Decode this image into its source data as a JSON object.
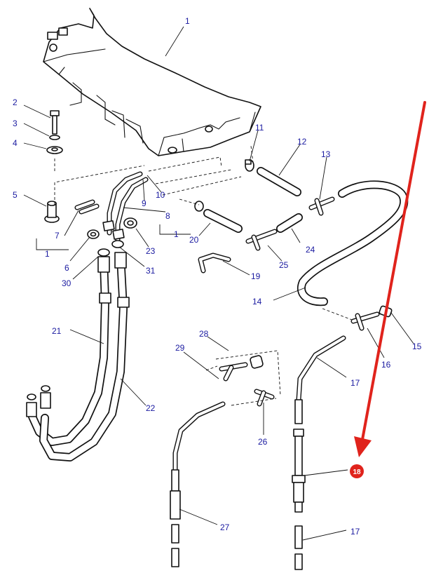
{
  "callouts": [
    "1",
    "2",
    "3",
    "4",
    "5",
    "6",
    "7",
    "8",
    "9",
    "10",
    "11",
    "12",
    "13",
    "14",
    "15",
    "16",
    "17",
    "18",
    "19",
    "20",
    "21",
    "22",
    "23",
    "24",
    "25",
    "26",
    "27",
    "28",
    "29",
    "30",
    "31"
  ],
  "callout_labels": {
    "c1_top": "1",
    "c2": "2",
    "c3": "3",
    "c4": "4",
    "c5": "5",
    "c1_left": "1",
    "c6": "6",
    "c7": "7",
    "c8": "8",
    "c9": "9",
    "c10": "10",
    "c1_mid": "1",
    "c11": "11",
    "c12": "12",
    "c13": "13",
    "c14": "14",
    "c15": "15",
    "c16": "16",
    "c17_top": "17",
    "c17_bottom": "17",
    "c18": "18",
    "c19": "19",
    "c20": "20",
    "c21": "21",
    "c22": "22",
    "c23": "23",
    "c24": "24",
    "c25": "25",
    "c26": "26",
    "c27": "27",
    "c28": "28",
    "c29": "29",
    "c30": "30",
    "c31": "31"
  },
  "colors": {
    "callout_text": "#1a1aa0",
    "line": "#111111",
    "highlight_arrow": "#e0231c",
    "highlight_badge": "#e0231c"
  },
  "highlighted_part": "18"
}
